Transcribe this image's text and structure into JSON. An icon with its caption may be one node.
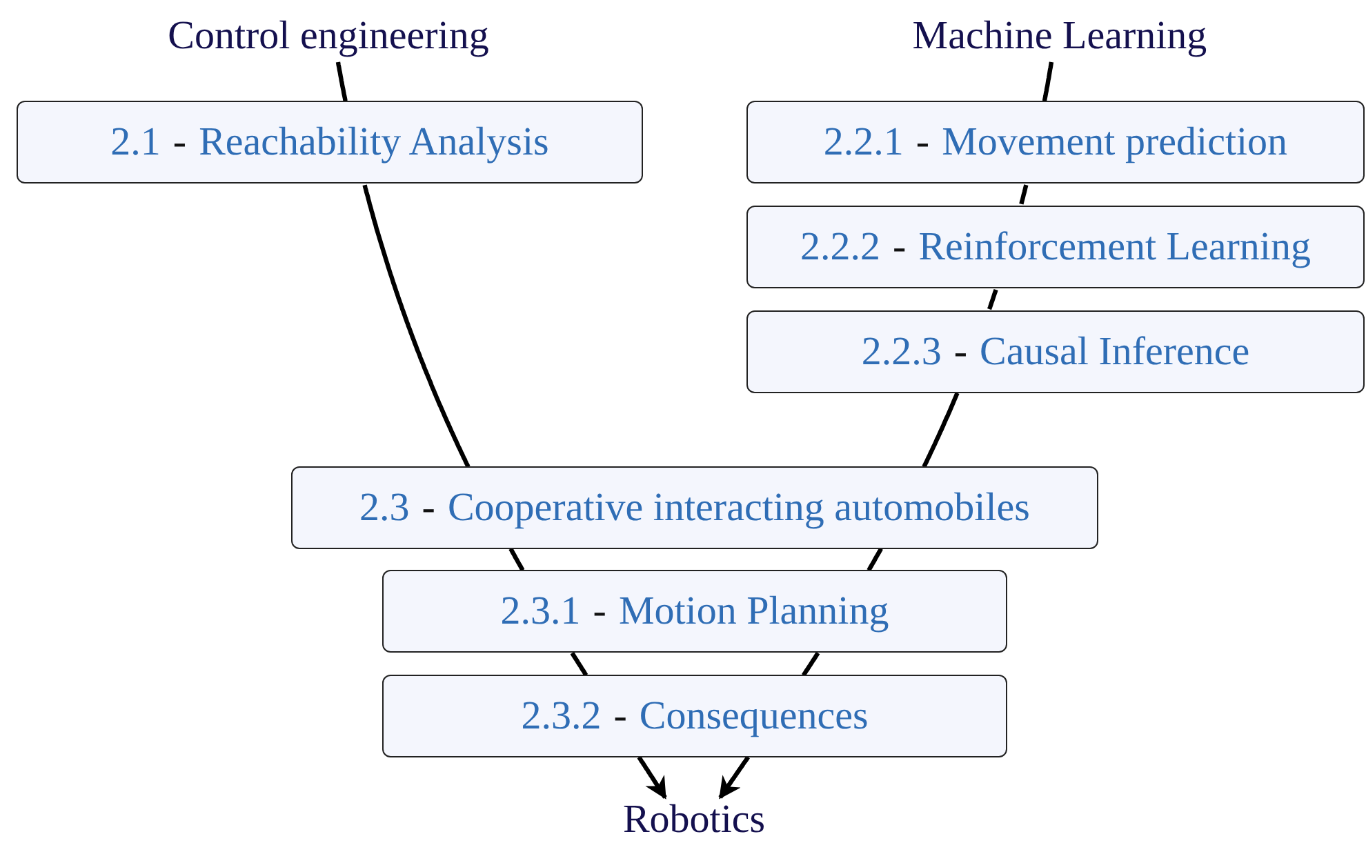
{
  "diagram": {
    "nodes": [
      {
        "text": [
          "Control engineering"
        ]
      },
      {
        "text": [
          "Machine Learning"
        ]
      },
      {
        "text": [
          "2.1",
          "-",
          "Reachability Analysis"
        ]
      },
      {
        "text": [
          "2.2.1",
          "-",
          "Movement prediction"
        ]
      },
      {
        "text": [
          "2.2.2",
          "-",
          "Reinforcement Learning"
        ]
      },
      {
        "text": [
          "2.2.3",
          "-",
          "Causal Inference"
        ]
      },
      {
        "text": [
          "2.3",
          "-",
          "Cooperative interacting automobiles"
        ]
      },
      {
        "text": [
          "2.3.1",
          "-",
          "Motion Planning"
        ]
      },
      {
        "text": [
          "2.3.2",
          "-",
          "Consequences"
        ]
      },
      {
        "text": [
          "Robotics"
        ]
      }
    ],
    "edges": [
      {
        "from": 0,
        "to": 2,
        "arrow": "none"
      },
      {
        "from": 2,
        "to": 6,
        "arrow": "none"
      },
      {
        "from": 6,
        "to": 7,
        "arrow": "none"
      },
      {
        "from": 7,
        "to": 8,
        "arrow": "none"
      },
      {
        "from": 8,
        "to": 9,
        "arrow": "to"
      },
      {
        "from": 1,
        "to": 3,
        "arrow": "none"
      },
      {
        "from": 3,
        "to": 4,
        "arrow": "none"
      },
      {
        "from": 4,
        "to": 5,
        "arrow": "none"
      },
      {
        "from": 5,
        "to": 6,
        "arrow": "none"
      },
      {
        "from": 6,
        "to": 7,
        "arrow": "none"
      },
      {
        "from": 7,
        "to": 8,
        "arrow": "none"
      },
      {
        "from": 8,
        "to": 9,
        "arrow": "to"
      }
    ]
  }
}
